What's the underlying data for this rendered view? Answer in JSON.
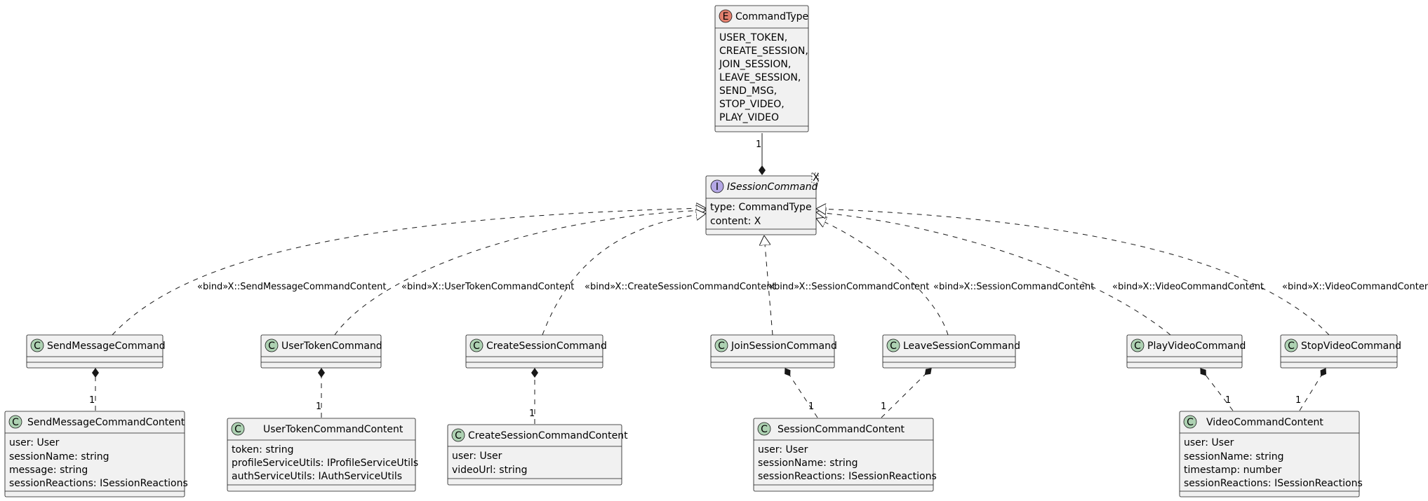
{
  "enum_box": {
    "title": "CommandType",
    "badge": "E",
    "badge_color": "#E2806E",
    "values": [
      "USER_TOKEN,",
      "CREATE_SESSION,",
      "JOIN_SESSION,",
      "LEAVE_SESSION,",
      "SEND_MSG,",
      "STOP_VIDEO,",
      "PLAY_VIDEO"
    ]
  },
  "interface_box": {
    "title": "ISessionCommand",
    "badge": "I",
    "badge_color": "#B4A7E5",
    "type_param": "X",
    "fields": [
      "type: CommandType",
      "content: X"
    ]
  },
  "class_badge": "C",
  "class_badge_color": "#ADD1B2",
  "command_classes": [
    {
      "title": "SendMessageCommand"
    },
    {
      "title": "UserTokenCommand"
    },
    {
      "title": "CreateSessionCommand"
    },
    {
      "title": "JoinSessionCommand"
    },
    {
      "title": "LeaveSessionCommand"
    },
    {
      "title": "PlayVideoCommand"
    },
    {
      "title": "StopVideoCommand"
    }
  ],
  "bind_labels": [
    "«bind»X::SendMessageCommandContent",
    "«bind»X::UserTokenCommandContent",
    "«bind»X::CreateSessionCommandContent",
    "«bind»X::SessionCommandContent",
    "«bind»X::SessionCommandContent",
    "«bind»X::VideoCommandContent",
    "«bind»X::VideoCommandContent"
  ],
  "content_classes": [
    {
      "title": "SendMessageCommandContent",
      "fields": [
        "user: User",
        "sessionName: string",
        "message: string",
        "sessionReactions: ISessionReactions"
      ]
    },
    {
      "title": "UserTokenCommandContent",
      "fields": [
        "token: string",
        "profileServiceUtils: IProfileServiceUtils",
        "authServiceUtils: IAuthServiceUtils"
      ]
    },
    {
      "title": "CreateSessionCommandContent",
      "fields": [
        "user: User",
        "videoUrl: string"
      ]
    },
    {
      "title": "SessionCommandContent",
      "fields": [
        "user: User",
        "sessionName: string",
        "sessionReactions: ISessionReactions"
      ]
    },
    {
      "title": "VideoCommandContent",
      "fields": [
        "user: User",
        "sessionName: string",
        "timestamp: number",
        "sessionReactions: ISessionReactions"
      ]
    }
  ],
  "multiplicity": "1"
}
